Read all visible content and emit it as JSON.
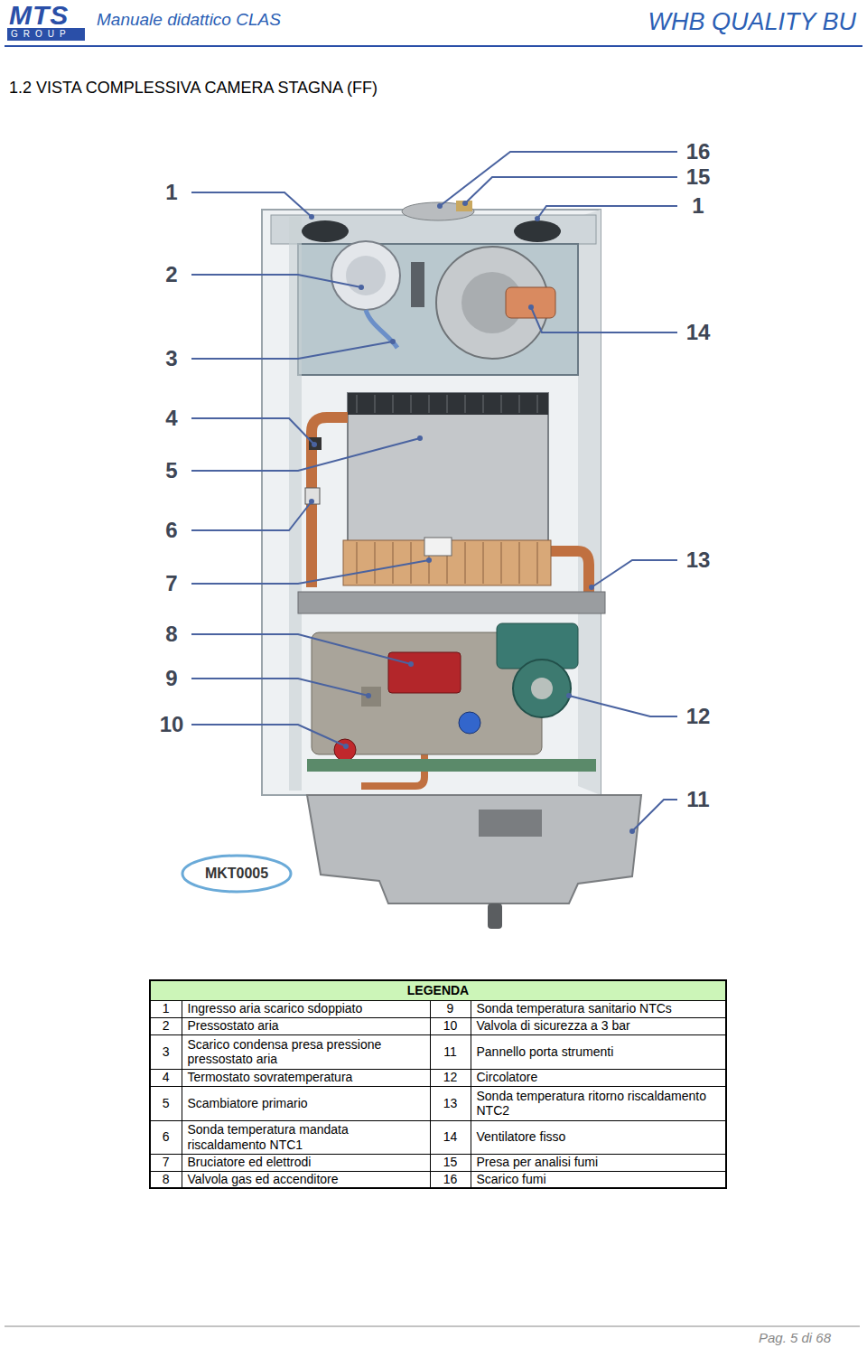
{
  "diagram": {
    "title": "1.2 VISTA COMPLESSIVA CAMERA STAGNA (FF)",
    "labels": [
      "MTS",
      "GROUP",
      "Manuale didattico CLAS",
      "WHB QUALITY BU",
      "1",
      "2",
      "3",
      "4",
      "5",
      "6",
      "7",
      "8",
      "9",
      "10",
      "16",
      "15",
      "1",
      "14",
      "13",
      "12",
      "11",
      "MKT0005",
      "LEGENDA",
      "1",
      "Ingresso aria scarico sdoppiato",
      "9",
      "Sonda temperatura sanitario NTCs",
      "2",
      "Pressostato aria",
      "10",
      "Valvola di sicurezza a 3 bar",
      "3",
      "Scarico condensa presa pressione pressostato aria",
      "11",
      "Pannello porta strumenti",
      "4",
      "Termostato sovratemperatura",
      "12",
      "Circolatore",
      "5",
      "Scambiatore primario",
      "13",
      "Sonda temperatura ritorno riscaldamento NTC2",
      "6",
      "Sonda temperatura mandata riscaldamento NTC1",
      "14",
      "Ventilatore fisso",
      "7",
      "Bruciatore ed elettrodi",
      "15",
      "Presa per analisi fumi",
      "8",
      "Valvola gas ed accenditore",
      "16",
      "Scarico fumi",
      "Pag. 5 di 68"
    ]
  }
}
